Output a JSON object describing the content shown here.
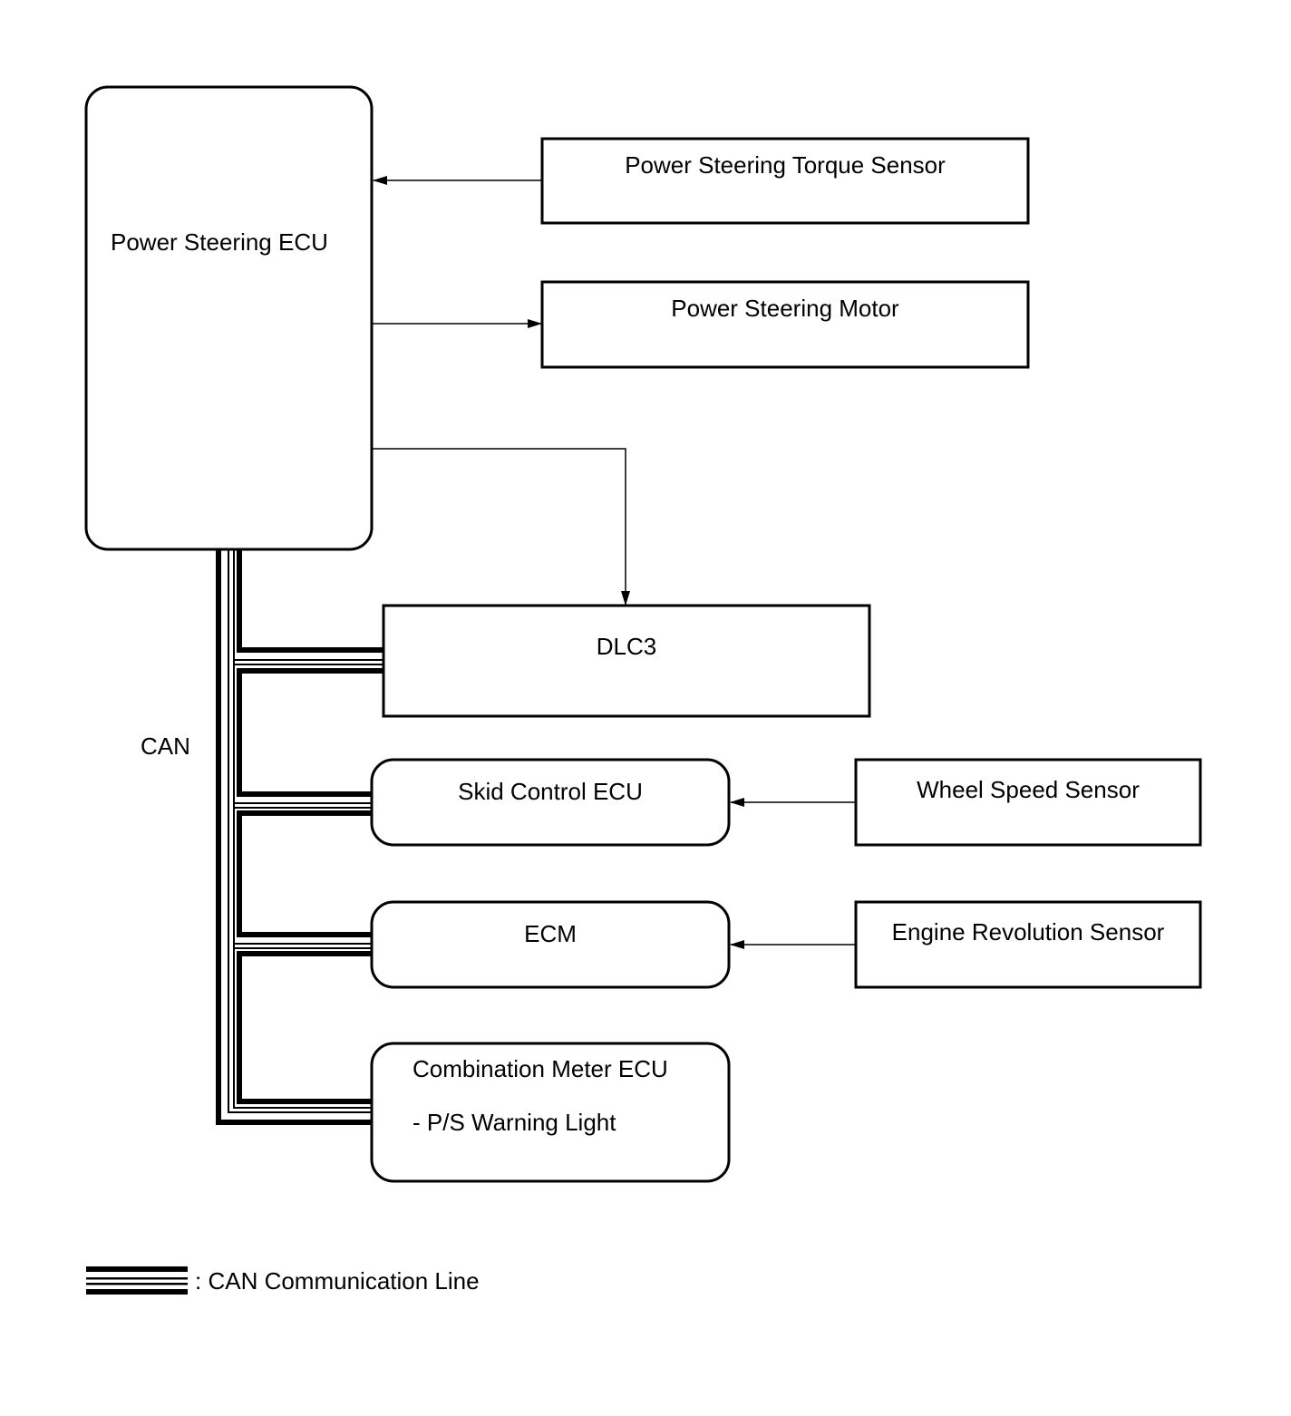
{
  "diagram": {
    "nodes": {
      "ps_ecu": {
        "label": "Power Steering ECU"
      },
      "torque_sensor": {
        "label": "Power Steering Torque Sensor"
      },
      "ps_motor": {
        "label": "Power Steering Motor"
      },
      "dlc3": {
        "label": "DLC3"
      },
      "skid_ecu": {
        "label": "Skid Control ECU"
      },
      "wheel_sensor": {
        "label": "Wheel Speed Sensor"
      },
      "ecm": {
        "label": "ECM"
      },
      "engine_sensor": {
        "label": "Engine Revolution Sensor"
      },
      "combo_ecu": {
        "label": "Combination Meter ECU",
        "sublabel": "- P/S Warning Light"
      }
    },
    "bus_label": "CAN",
    "legend": {
      "label": ": CAN Communication Line"
    },
    "edges": [
      {
        "from": "torque_sensor",
        "to": "ps_ecu",
        "type": "signal"
      },
      {
        "from": "ps_ecu",
        "to": "ps_motor",
        "type": "signal"
      },
      {
        "from": "ps_ecu",
        "to": "dlc3",
        "type": "signal"
      },
      {
        "from": "wheel_sensor",
        "to": "skid_ecu",
        "type": "signal"
      },
      {
        "from": "engine_sensor",
        "to": "ecm",
        "type": "signal"
      },
      {
        "from": "ps_ecu",
        "to": "dlc3",
        "type": "can"
      },
      {
        "from": "ps_ecu",
        "to": "skid_ecu",
        "type": "can"
      },
      {
        "from": "ps_ecu",
        "to": "ecm",
        "type": "can"
      },
      {
        "from": "ps_ecu",
        "to": "combo_ecu",
        "type": "can"
      }
    ]
  }
}
